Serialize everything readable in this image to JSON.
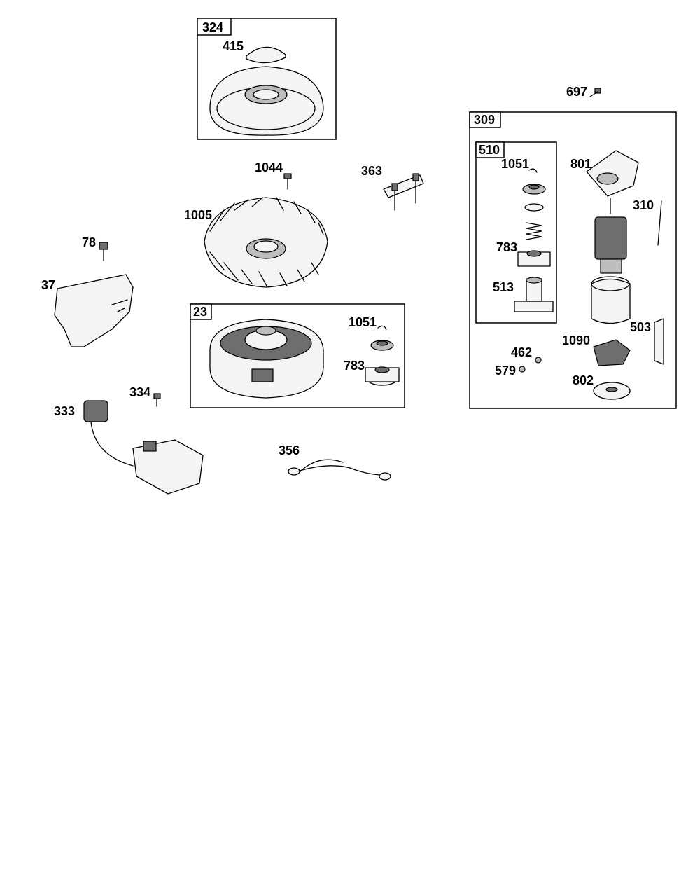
{
  "assemblies": [
    {
      "key": "a324",
      "number": "324"
    },
    {
      "key": "a309",
      "number": "309"
    },
    {
      "key": "a510",
      "number": "510"
    },
    {
      "key": "a23",
      "number": "23"
    }
  ],
  "callouts": {
    "c415": "415",
    "c697": "697",
    "c1044": "1044",
    "c363": "363",
    "c1051a": "1051",
    "c801": "801",
    "c310": "310",
    "c1005": "1005",
    "c78": "78",
    "c783a": "783",
    "c37": "37",
    "c513": "513",
    "c1051b": "1051",
    "c503": "503",
    "c462": "462",
    "c1090": "1090",
    "c783b": "783",
    "c579": "579",
    "c334": "334",
    "c802": "802",
    "c333": "333",
    "c356": "356"
  },
  "colors": {
    "line": "#000000",
    "background": "#ffffff",
    "shade_dark": "#6e6e6e",
    "shade_mid": "#bdbdbd",
    "fill_light": "#f4f4f4"
  }
}
